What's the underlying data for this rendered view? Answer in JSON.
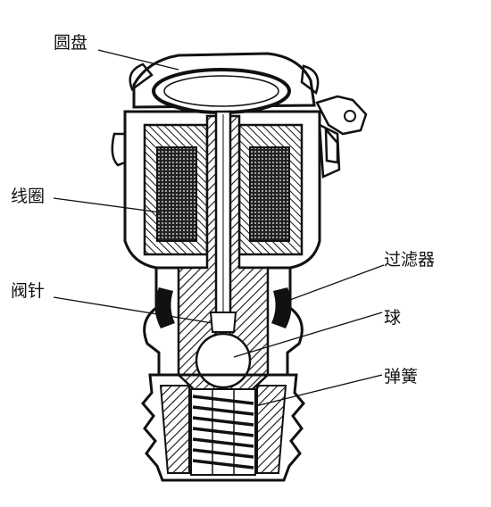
{
  "labels": {
    "disc": "圆盘",
    "coil": "线圈",
    "needle": "阀针",
    "filter": "过滤器",
    "ball": "球",
    "spring": "弹簧"
  },
  "colors": {
    "ink": "#111111",
    "paper": "#ffffff",
    "hatch": "#1a1a1a"
  },
  "icons": [
    "connector-terminal-icon"
  ]
}
